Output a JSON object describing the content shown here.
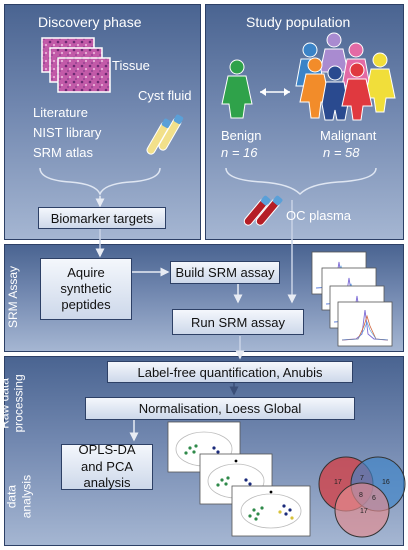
{
  "discovery": {
    "title": "Discovery phase",
    "sources": [
      "Tissue",
      "Cyst fluid",
      "Literature",
      "NIST library",
      "SRM atlas"
    ],
    "targets": "Biomarker targets"
  },
  "population": {
    "title": "Study population",
    "benign_label": "Benign",
    "benign_n": "n = 16",
    "malignant_label": "Malignant",
    "malignant_n": "n = 58",
    "plasma": "OC plasma"
  },
  "srm": {
    "side_label": "SRM Assay",
    "synthetic": "Aquire synthetic peptides",
    "build": "Build SRM assay",
    "run": "Run SRM assay"
  },
  "analysis": {
    "side_label_1": "Raw data processing",
    "side_label_2": "Multivariate data analysis",
    "quant": "Label-free quantification, Anubis",
    "norm": "Normalisation, Loess Global",
    "opls": "OPLS-DA and PCA analysis",
    "venn_values": [
      "17",
      "7",
      "16",
      "8",
      "6",
      "17"
    ]
  },
  "colors": {
    "panel_dark": "#4a6491",
    "benign_person": "#2fa24a",
    "venn_red": "#d2444a",
    "venn_blue": "#3f86c9",
    "venn_pink": "#e58c8f"
  }
}
